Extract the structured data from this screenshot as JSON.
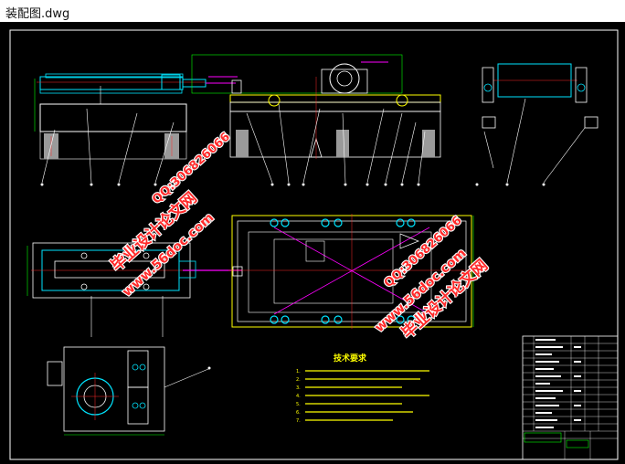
{
  "window": {
    "title": "装配图.dwg"
  },
  "colors": {
    "background": "#000000",
    "frame": "#ffffff",
    "cyan": "#00e5ff",
    "yellow": "#ffff00",
    "magenta": "#ff00ff",
    "red": "#ff2a2a",
    "green": "#00ff00",
    "gray": "#9a9a9a"
  },
  "watermarks": {
    "left_brand": "毕业设计论文网",
    "left_url": "www.56doc.com",
    "left_qq": "QQ:306826066",
    "right_brand": "毕业设计论文网",
    "right_url": "www.56doc.com",
    "right_qq": "QQ:306826066"
  },
  "notes": {
    "title": "技术要求",
    "lines": [
      "1.",
      "2.",
      "3.",
      "4.",
      "5.",
      "6.",
      "7."
    ]
  },
  "icons": {
    "title_icon": "document-icon"
  }
}
